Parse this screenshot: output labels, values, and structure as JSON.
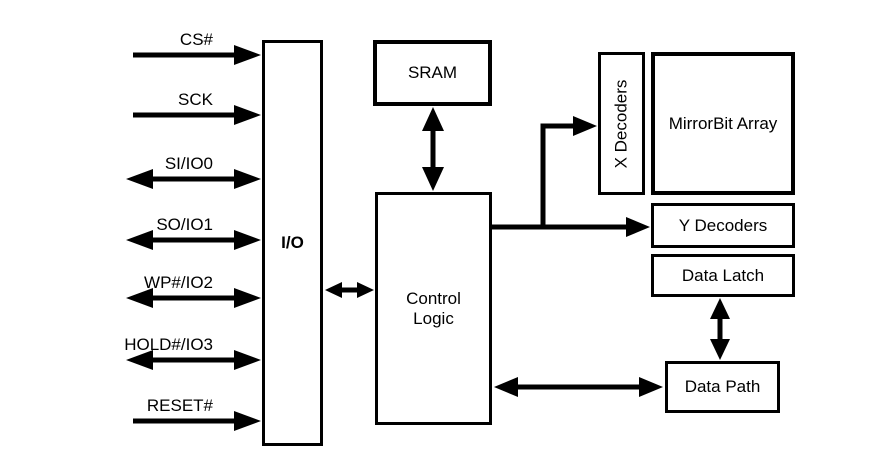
{
  "diagram": {
    "signals": [
      {
        "label": "CS#",
        "direction": "input"
      },
      {
        "label": "SCK",
        "direction": "input"
      },
      {
        "label": "SI/IO0",
        "direction": "bidirectional"
      },
      {
        "label": "SO/IO1",
        "direction": "bidirectional"
      },
      {
        "label": "WP#/IO2",
        "direction": "bidirectional"
      },
      {
        "label": "HOLD#/IO3",
        "direction": "bidirectional"
      },
      {
        "label": "RESET#",
        "direction": "input"
      }
    ],
    "blocks": {
      "io": "I/O",
      "sram": "SRAM",
      "control_logic": "Control Logic",
      "x_decoders": "X Decoders",
      "mirrorbit_array": "MirrorBit Array",
      "y_decoders": "Y Decoders",
      "data_latch": "Data Latch",
      "data_path": "Data Path"
    },
    "connections": [
      {
        "from": "SRAM",
        "to": "Control Logic",
        "type": "bidirectional"
      },
      {
        "from": "I/O",
        "to": "Control Logic",
        "type": "bidirectional"
      },
      {
        "from": "Control Logic",
        "to": "X Decoders",
        "type": "unidirectional"
      },
      {
        "from": "Control Logic",
        "to": "Y Decoders",
        "type": "unidirectional"
      },
      {
        "from": "Data Latch",
        "to": "Data Path",
        "type": "bidirectional"
      },
      {
        "from": "Control Logic",
        "to": "Data Path",
        "type": "bidirectional"
      }
    ],
    "colors": {
      "line": "#000000",
      "background": "#ffffff",
      "text": "#000000"
    }
  }
}
